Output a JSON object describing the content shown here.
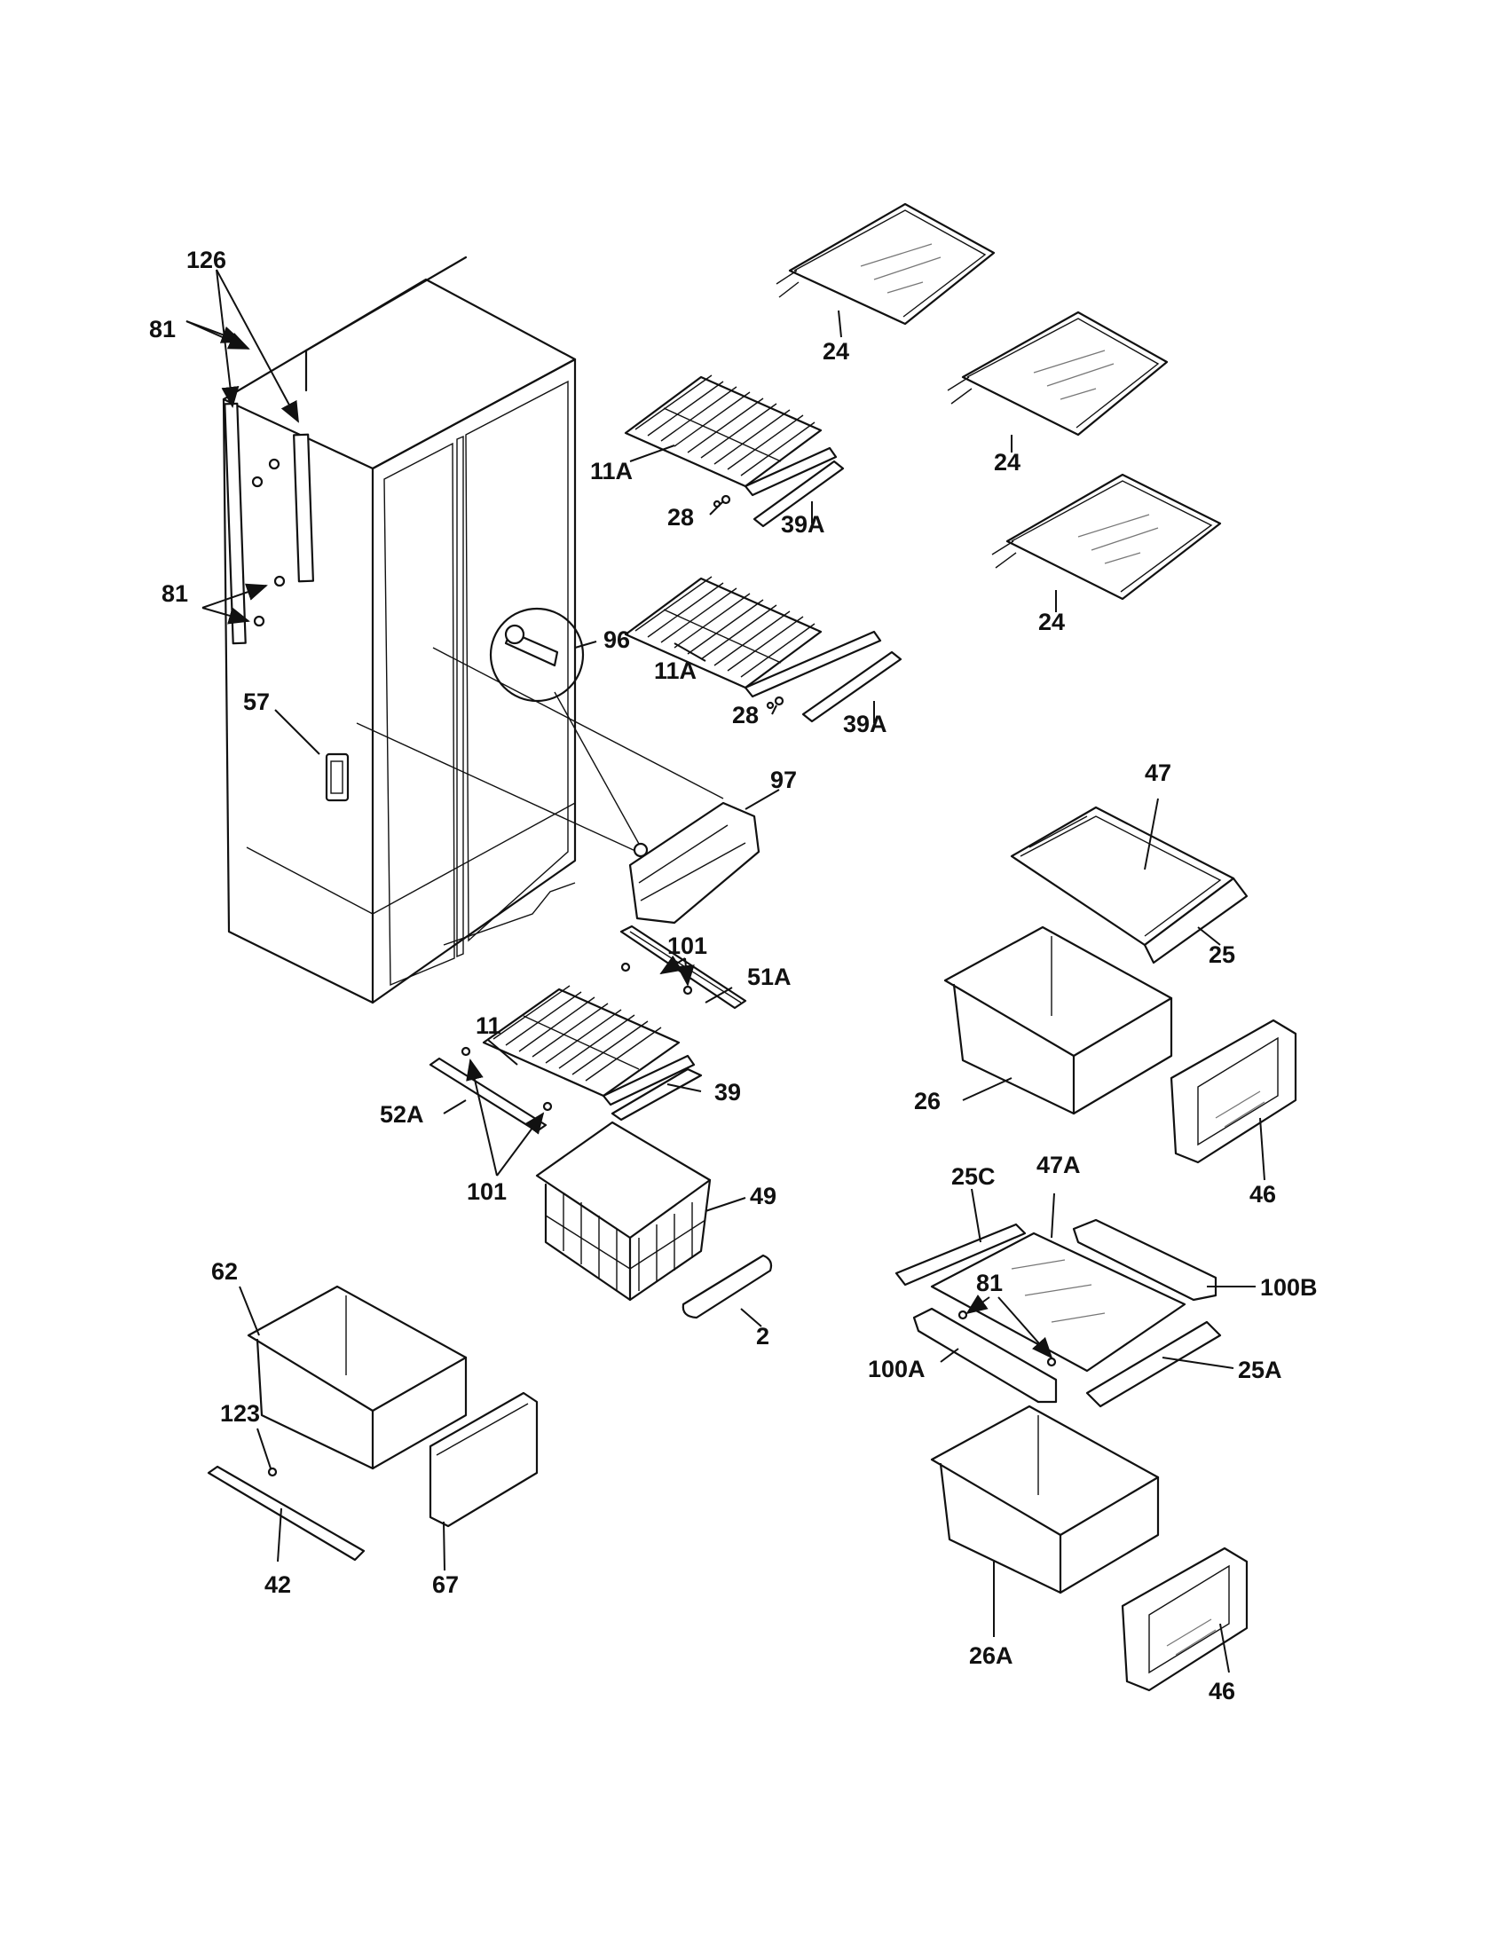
{
  "labels": {
    "l126": "126",
    "l81a": "81",
    "l81b": "81",
    "l57": "57",
    "l96": "96",
    "l97": "97",
    "l11a1": "11A",
    "l28a": "28",
    "l39a1": "39A",
    "l11a2": "11A",
    "l28b": "28",
    "l39a2": "39A",
    "l24a": "24",
    "l24b": "24",
    "l24c": "24",
    "l47": "47",
    "l25": "25",
    "l26": "26",
    "l46a": "46",
    "l101a": "101",
    "l51a": "51A",
    "l11": "11",
    "l39": "39",
    "l52a": "52A",
    "l101b": "101",
    "l49": "49",
    "l2": "2",
    "l25c": "25C",
    "l47a": "47A",
    "l100b": "100B",
    "l81c": "81",
    "l100a": "100A",
    "l25a": "25A",
    "l26a": "26A",
    "l46b": "46",
    "l62": "62",
    "l123": "123",
    "l42": "42",
    "l67": "67"
  }
}
